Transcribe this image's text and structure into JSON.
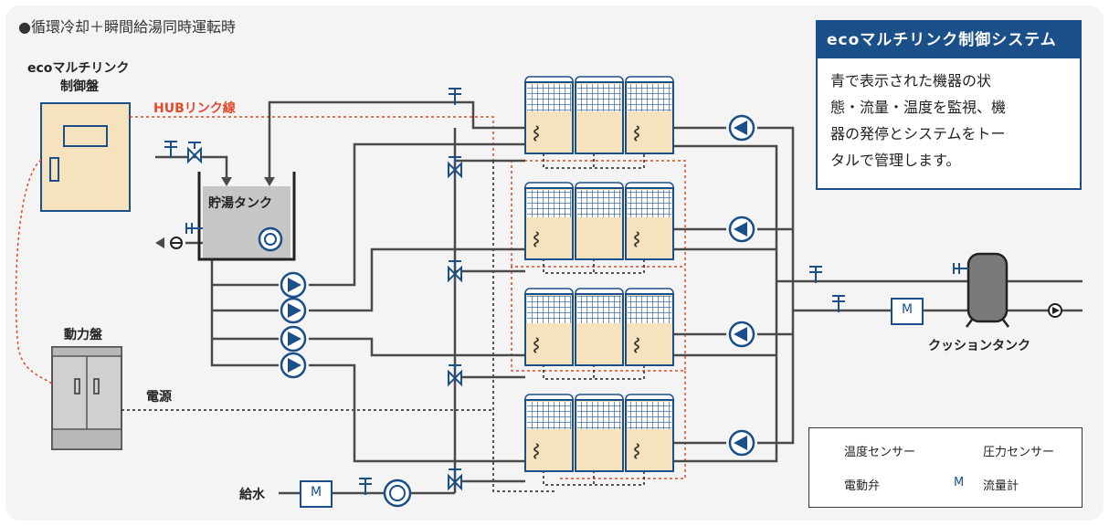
{
  "title": "●循環冷却＋瞬間給湯同時運転時",
  "eco_panel": {
    "line1": "ecoマルチリンク",
    "line2": "制御盤"
  },
  "hub_line_label": "HUBリンク線",
  "tank_label": "貯湯タンク",
  "power_panel_label": "動力盤",
  "power_label": "電源",
  "water_supply_label": "給水",
  "cushion_tank_label": "クッションタンク",
  "meter_symbol": "M",
  "eco_system": {
    "title": "ecoマルチリンク制御システム",
    "description": "青で表示された機器の状\n態・流量・温度を監視、機\n器の発停とシステムをトー\nタルで管理します。"
  },
  "legend": {
    "temp_sensor": "温度センサー",
    "pressure_sensor": "圧力センサー",
    "motor_valve": "電動弁",
    "flow_meter": "流量計"
  },
  "colors": {
    "pipe": "#4a4a4a",
    "equipment_blue": "#1a4f8a",
    "hub_line": "#e04a2a",
    "unit_fill": "#f6e3bd",
    "tank_fill": "#c6c6c6"
  }
}
